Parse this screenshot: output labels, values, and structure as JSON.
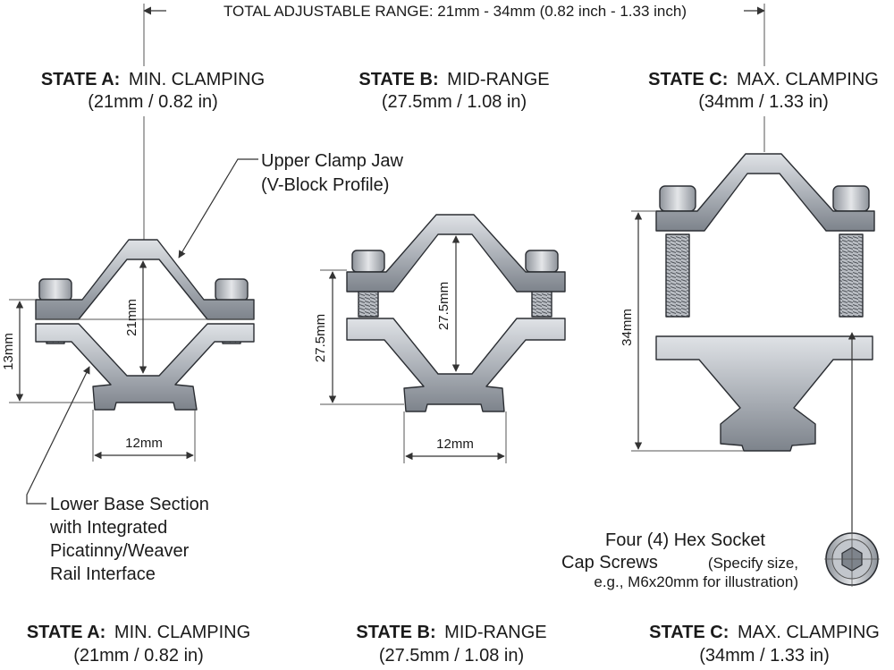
{
  "total_range": {
    "text": "TOTAL ADJUSTABLE RANGE: 21mm - 34mm (0.82 inch - 1.33 inch)"
  },
  "top_headers": [
    {
      "state": "STATE A:",
      "name": "MIN. CLAMPING",
      "value": "(21mm / 0.82 in)"
    },
    {
      "state": "STATE B:",
      "name": "MID-RANGE",
      "value": "(27.5mm / 1.08 in)"
    },
    {
      "state": "STATE C:",
      "name": "MAX. CLAMPING",
      "value": "(34mm / 1.33 in)"
    }
  ],
  "bottom_headers": [
    {
      "state": "STATE A:",
      "name": "MIN. CLAMPING",
      "value": "(21mm / 0.82 in)"
    },
    {
      "state": "STATE B:",
      "name": "MID-RANGE",
      "value": "(27.5mm / 1.08 in)"
    },
    {
      "state": "STATE C:",
      "name": "MAX. CLAMPING",
      "value": "(34mm / 1.33 in)"
    }
  ],
  "callouts": {
    "upper_jaw": [
      "Upper Clamp Jaw",
      "(V-Block Profile)"
    ],
    "lower_base": [
      "Lower Base Section",
      "with Integrated",
      "Picatinny/Weaver",
      "Rail Interface"
    ],
    "screws_main": [
      "Four (4) Hex Socket",
      "Cap Screws"
    ],
    "screws_note": [
      "(Specify size,",
      "e.g., M6x20mm for illustration)"
    ]
  },
  "dimensions": {
    "a_inner": "21mm",
    "a_height": "13mm",
    "a_width": "12mm",
    "b_inner": "27.5mm",
    "b_height": "27.5mm",
    "b_width": "12mm",
    "c_height": "34mm"
  },
  "colors": {
    "metal_light": "#c9ccd1",
    "metal_dark": "#6e737a",
    "outline": "#2b2e33",
    "dim_line": "#333333"
  }
}
